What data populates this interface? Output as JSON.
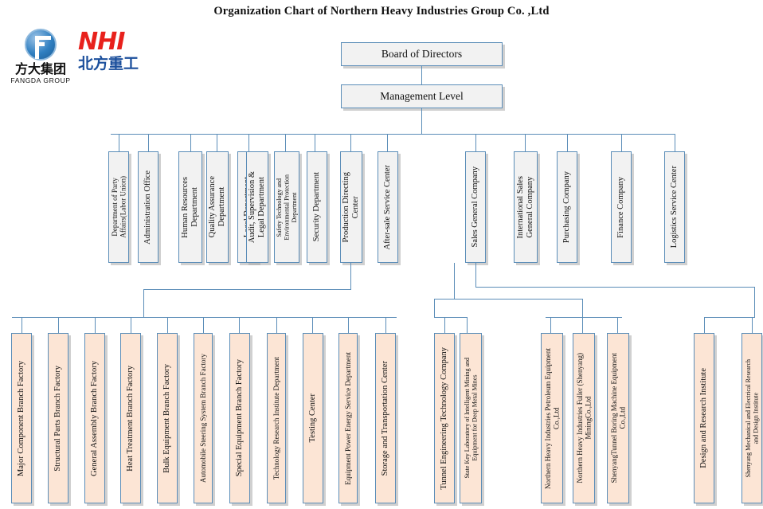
{
  "title": "Organization Chart of Northern Heavy Industries  Group Co. ,Ltd",
  "logos": {
    "fangda": {
      "cn": "方大集团",
      "en": "FANGDA GROUP",
      "mark": "fangda-circle-f-logo"
    },
    "nhi": {
      "en": "NHI",
      "cn": "北方重工"
    }
  },
  "top": [
    {
      "name": "board-of-directors",
      "label": "Board of Directors"
    },
    {
      "name": "management-level",
      "label": "Management Level"
    }
  ],
  "departments_left": [
    {
      "name": "department-of-party-affairs-labor-union",
      "label": "Department of Party\nAffairs(Labor Union)"
    },
    {
      "name": "administration-office",
      "label": "Administration Office"
    },
    {
      "name": "human-resources-department",
      "label": "Human Resources\nDepartment"
    },
    {
      "name": "quality-assurance-department",
      "label": "Quality Assurance\nDepartment"
    },
    {
      "name": "legal-department",
      "label": "Legal Department"
    },
    {
      "name": "audit-supervision-legal-department",
      "label": "Audit, Supervision &\nLegal Department"
    },
    {
      "name": "safety-technology-environmental-protection-department",
      "label": "Safety Technology and\nEnvironmental Protection\nDepartment"
    },
    {
      "name": "security-department",
      "label": "Security Department"
    },
    {
      "name": "production-directing-center",
      "label": "Production Directing\nCenter"
    },
    {
      "name": "after-sale-service-center",
      "label": "After-sale Service Center"
    }
  ],
  "departments_right": [
    {
      "name": "sales-general-company",
      "label": "Sales General Company"
    },
    {
      "name": "international-sales-general-company",
      "label": "International Sales\nGeneral Company"
    },
    {
      "name": "purchasing-company",
      "label": "Purchasing Company"
    },
    {
      "name": "finance-company",
      "label": "Finance Company"
    },
    {
      "name": "logistics-service-center",
      "label": "Logistics Service Center"
    }
  ],
  "production_units": [
    {
      "name": "major-component-branch-factory",
      "label": "Major Component Branch Factory"
    },
    {
      "name": "structural-parts-branch-factory",
      "label": "Structural Parts Branch Factory"
    },
    {
      "name": "general-assembly-branch-factory",
      "label": "General Assembly Branch Factory"
    },
    {
      "name": "heat-treatment-branch-factory",
      "label": "Heat Treatment Branch Factory"
    },
    {
      "name": "bulk-equipment-branch-factory",
      "label": "Bulk Equipment Branch Factory"
    },
    {
      "name": "automobile-steering-system-branch-factory",
      "label": "Automobile Steering System Branch Factory"
    },
    {
      "name": "special-equipment-branch-factory",
      "label": "Special Equipment Branch Factory"
    },
    {
      "name": "technology-research-institute-department",
      "label": "Technology Research Institute Department"
    },
    {
      "name": "testing-center",
      "label": "Testing Center"
    },
    {
      "name": "equipment-power-energy-service-department",
      "label": "Equipment Power Energy Service Department"
    },
    {
      "name": "storage-and-transportation-center",
      "label": "Storage and Transportation Center"
    }
  ],
  "sales_subsidiaries": [
    {
      "name": "tunnel-engineering-technology-company",
      "label": "Tunnel Engineering Technology Company"
    },
    {
      "name": "state-key-laboratory-intelligent-mining",
      "label": "State Key Laboratory of Intelligent Mining and\nEquipment for Deep Metal Mines"
    }
  ],
  "purchasing_subsidiaries": [
    {
      "name": "northern-heavy-industries-petroleum-equipment",
      "label": "Northern Heavy Industries Petroleum Equipment\nCo.,Ltd"
    },
    {
      "name": "northern-heavy-industries-fuller-shenyang-mining",
      "label": "Northern Heavy Industries Fuller (Shenyang)\nMiningCo.,Ltd"
    },
    {
      "name": "shenyang-tunnel-boring-machine-equipment",
      "label": "ShenyangTunnel Boring Machine Equipment\nCo.,Ltd"
    }
  ],
  "research_units": [
    {
      "name": "design-and-research-institute",
      "label": "Design and Research Institute"
    },
    {
      "name": "shenyang-mechanical-electrical-research-design-institute",
      "label": "Shenyang Mechanical and Electrical Research\nand Design Institute"
    }
  ],
  "colors": {
    "box_border": "#5b8db8",
    "box_fill": "#f2f2f2",
    "box_fill_accent": "#fce5d5",
    "connector": "#5b8db8",
    "nhi_red": "#e8211c",
    "nhi_blue": "#1b4f9c"
  }
}
